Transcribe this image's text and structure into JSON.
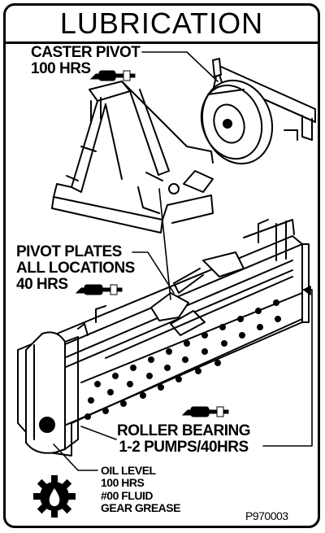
{
  "decal": {
    "title": "LUBRICATION",
    "caster": {
      "line1": "CASTER PIVOT",
      "line2": "100 HRS"
    },
    "pivot": {
      "line1": "PIVOT PLATES",
      "line2": "ALL LOCATIONS",
      "line3": "40 HRS"
    },
    "roller": {
      "line1": "ROLLER BEARING",
      "line2": "1-2 PUMPS/40HRS"
    },
    "oil": {
      "line1": "OIL LEVEL",
      "line2": "100 HRS",
      "line3": "#00 FLUID",
      "line4": "GEAR GREASE"
    },
    "part_number": "P970003",
    "icons": [
      "grease-gun-icon",
      "gear-oil-icon"
    ]
  }
}
